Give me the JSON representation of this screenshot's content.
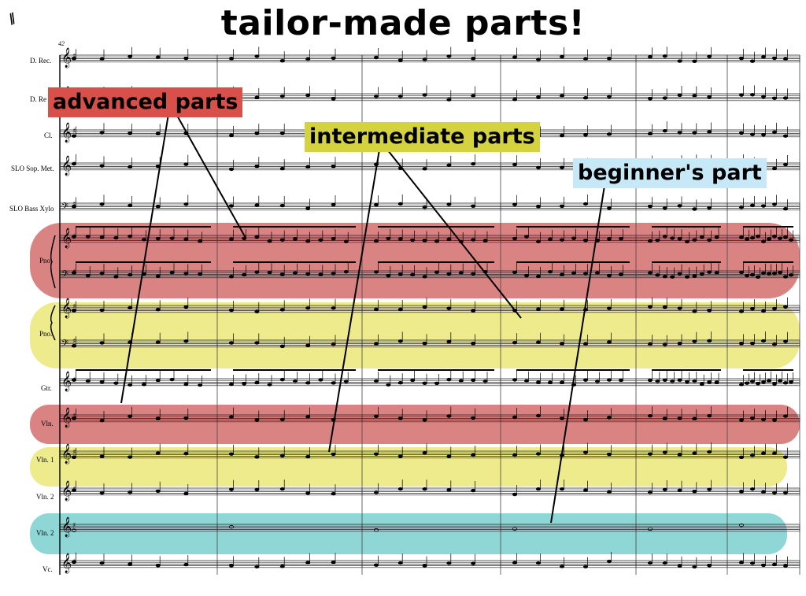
{
  "title": "tailor-made parts!",
  "corner_mark": "⫽",
  "measure_number": "42",
  "labels": {
    "advanced": "advanced parts",
    "intermediate": "intermediate parts",
    "beginner": "beginner's part"
  },
  "staves": [
    {
      "name": "D. Rec."
    },
    {
      "name": "D. Re"
    },
    {
      "name": "Cl."
    },
    {
      "name": "SLO Sop. Met."
    },
    {
      "name": "SLO Bass Xylo"
    },
    {
      "name": "Pno."
    },
    {
      "name": "Pno."
    },
    {
      "name": "Gtr."
    },
    {
      "name": "Vln."
    },
    {
      "name": "Vln. 1"
    },
    {
      "name": "Vln. 2"
    },
    {
      "name": "Vln. 2"
    },
    {
      "name": "Vc."
    }
  ],
  "colors": {
    "advanced": "#d9504b",
    "intermediate": "#d4d23e",
    "beginner": "#c7e9f7",
    "highlight_red": "#d98383",
    "highlight_yellow": "#eeeb8d",
    "highlight_teal": "#8fd6d6"
  }
}
